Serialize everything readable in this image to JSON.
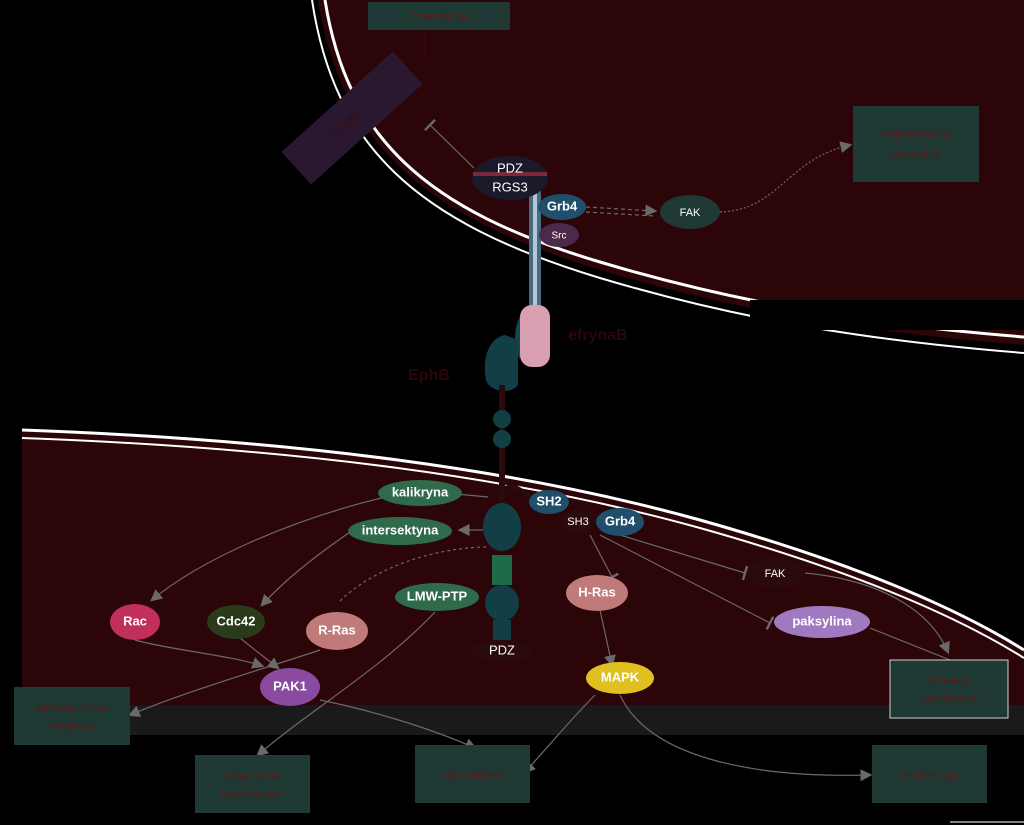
{
  "labels": {
    "chemokine": "chemokina",
    "receptor": "CXCR",
    "paxillin_redistribution_1": "redystrybucja",
    "paxillin_redistribution_2": "paksyliny",
    "ephrinB": "efrynaB",
    "ephB": "EphB",
    "integrin_adhesion_1": "adhezja przez",
    "integrin_adhesion_2": "integryny",
    "cell_detachment_1": "odłączenie",
    "cell_detachment_2": "komórkowe",
    "cytoskeleton": "cytoszkielet",
    "proliferation": "proliferacja",
    "focal_contacts_1": "kontakty",
    "focal_contacts_2": "ogniskowe"
  },
  "molecules": {
    "pdz_top": "PDZ",
    "rgs3": "RGS3",
    "grb4_top": "Grb4",
    "src": "Src",
    "fak_top": "FAK",
    "kallikrein": "kalikryna",
    "intersectin": "intersektyna",
    "sh2": "SH2",
    "sh3": "SH3",
    "grb4_bottom": "Grb4",
    "fak_bottom": "FAK",
    "rac": "Rac",
    "cdc42": "Cdc42",
    "rras": "R-Ras",
    "lmwptp": "LMW-PTP",
    "hras": "H-Ras",
    "paxillin": "paksylina",
    "pak1": "PAK1",
    "mapk": "MAPK",
    "pdz_bottom": "PDZ"
  },
  "colors": {
    "cell": "#2b0508",
    "membrane": "#ffffff",
    "box": "#1f3a34",
    "green_mol": "#2f6b4a",
    "blue_mol": "#1f4f6b",
    "teal": "#123f45"
  }
}
